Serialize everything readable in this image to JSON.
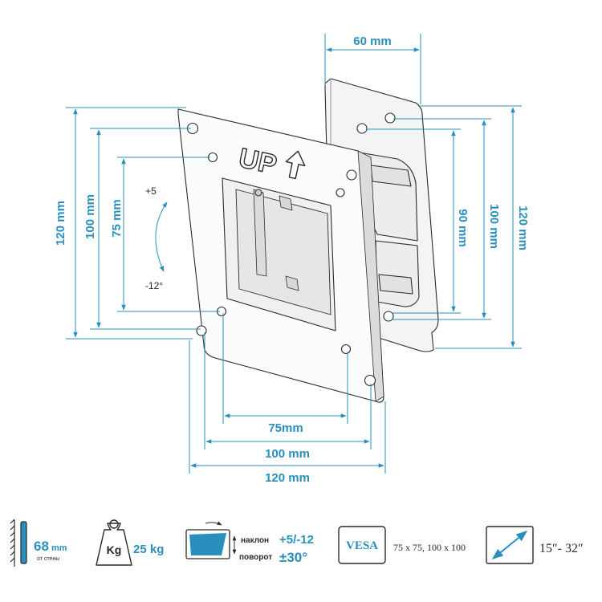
{
  "bracket": {
    "up_label": "UP"
  },
  "dimensions": {
    "arm_depth": "60 mm",
    "left_height_120": "120 mm",
    "left_height_100": "100 mm",
    "left_height_75": "75 mm",
    "tilt_up": "+5",
    "tilt_down": "-12°",
    "bottom_width_75": "75mm",
    "bottom_width_100": "100 mm",
    "bottom_width_120": "120 mm",
    "right_height_90": "90 mm",
    "right_height_100": "100 mm",
    "right_height_120": "120 mm"
  },
  "specs": {
    "wall_distance_value": "68",
    "wall_distance_unit": "mm",
    "wall_distance_note": "от стены",
    "weight_icon_label": "Kg",
    "weight_value": "25 kg",
    "tilt_label": "наклон",
    "tilt_value": "+5/-12",
    "swivel_label": "поворот",
    "swivel_value": "±30°",
    "vesa_label": "VESA",
    "vesa_values": "75 x 75, 100 x 100",
    "screen_size": "15″- 32″"
  },
  "colors": {
    "accent": "#2a8fbd",
    "ink": "#2a2a2a"
  }
}
